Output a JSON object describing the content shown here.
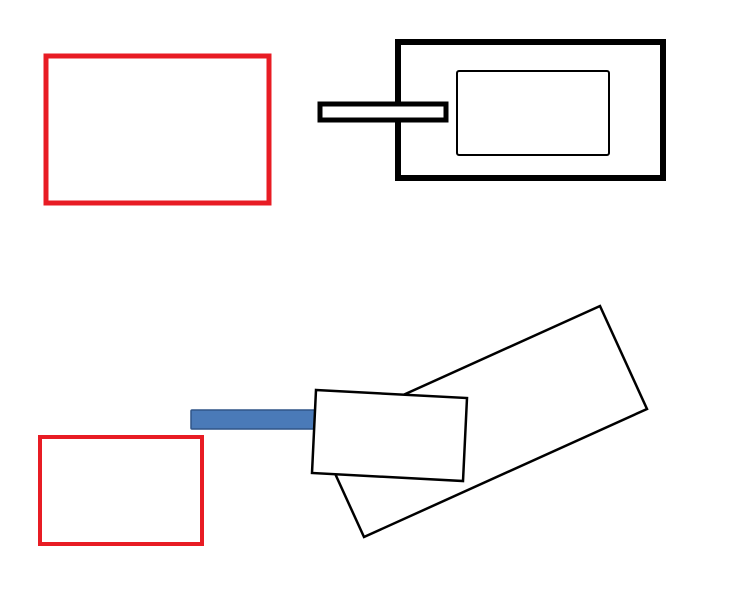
{
  "colors": {
    "background": "#ffffff",
    "red": "#e81c24",
    "black": "#000000",
    "blue_fill": "#4a7ab8",
    "blue_stroke": "#2f5487"
  },
  "diagram": {
    "top_group": [
      "red-rectangle",
      "black-frame-rectangle",
      "inner-rectangle",
      "connector-bar"
    ],
    "bottom_group": [
      "red-rectangle",
      "blue-connector-bar",
      "rotated-large-rectangle",
      "tilted-small-rectangle"
    ]
  }
}
